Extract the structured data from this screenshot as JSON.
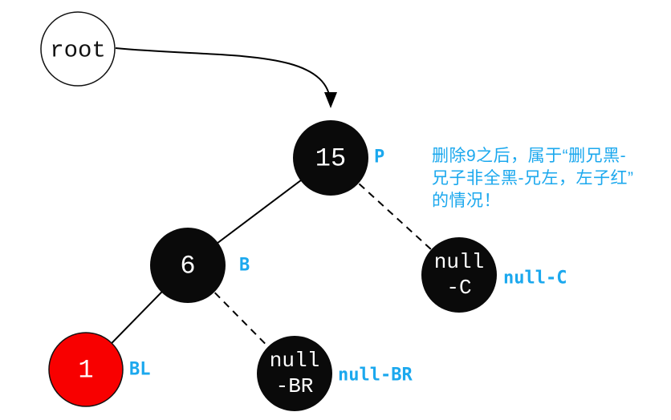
{
  "colors": {
    "label": "#1BA8EE",
    "node_black": "#0A0A0A",
    "node_red": "#F80000",
    "edge": "#000000",
    "node_text": "#FFFFFF",
    "background": "#FFFFFF"
  },
  "tree": {
    "root": {
      "label": "root"
    },
    "nodes": {
      "p": {
        "value": "15",
        "label": "P"
      },
      "b": {
        "value": "6",
        "label": "B"
      },
      "bl": {
        "value": "1",
        "label": "BL"
      },
      "null_br": {
        "line1": "null",
        "line2": "-BR",
        "label": "null-BR"
      },
      "null_c": {
        "line1": "null",
        "line2": "-C",
        "label": "null-C"
      }
    }
  },
  "annotation": {
    "lines": [
      "删除9之后，属于“删兄黑-",
      "兄子非全黑-兄左，左子红”",
      "的情况！"
    ]
  }
}
